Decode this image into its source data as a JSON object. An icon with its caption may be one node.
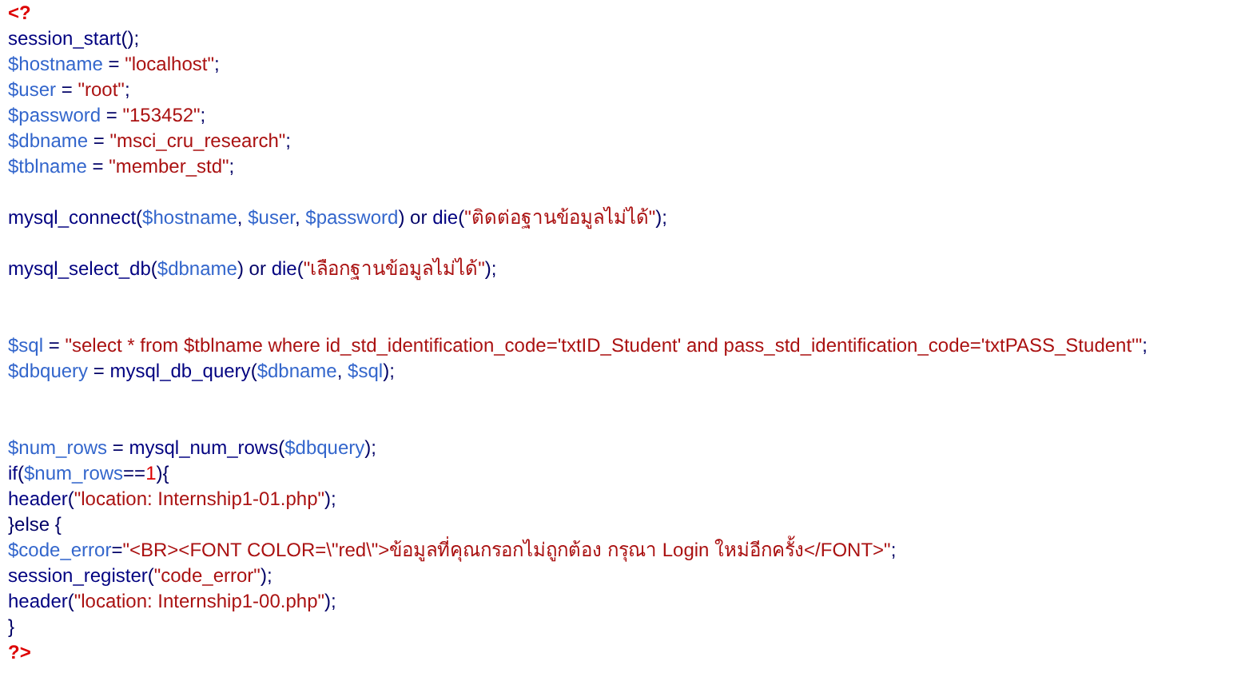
{
  "diagram": {
    "labels": [
      "<?",
      "session_start();",
      "$hostname = \"localhost\";",
      "$user = \"root\";",
      "$password = \"153452\";",
      "$dbname = \"msci_cru_research\";",
      "$tblname = \"member_std\";",
      "mysql_connect($hostname, $user, $password) or die(\"ติดต่อฐานข้อมูลไม่ได้\");",
      "mysql_select_db($dbname) or die(\"เลือกฐานข้อมูลไม่ได้\");",
      "$sql = \"select * from $tblname where id_std_identification_code='txtID_Student' and pass_std_identification_code='txtPASS_Student'\";",
      "$dbquery = mysql_db_query($dbname, $sql);",
      "$num_rows = mysql_num_rows($dbquery);",
      "if($num_rows==1){",
      "header(\"location: Internship1-01.php\");",
      "}else {",
      "$code_error=\"<BR><FONT COLOR=\\\"red\\\">ข้อมูลที่คุณกรอกไม่ถูกต้อง กรุณา Login ใหม่อีกครั้ง</FONT>\";",
      "session_register(\"code_error\");",
      "header(\"location: Internship1-00.php\");",
      "}",
      "?>"
    ]
  }
}
